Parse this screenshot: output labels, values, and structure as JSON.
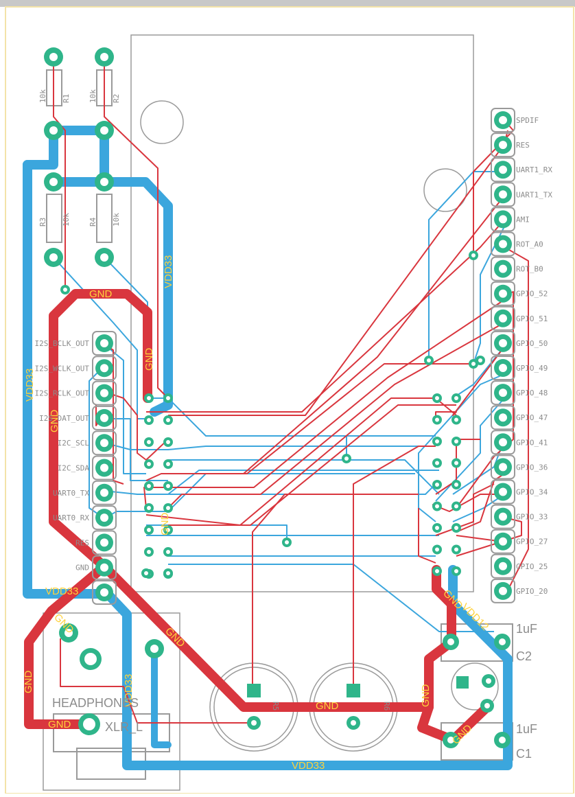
{
  "colors": {
    "background": "#ffffff",
    "top_copper": "#d9363e",
    "bottom_copper": "#3ba6dd",
    "pad": "#2fb58a",
    "silkscreen": "#9a9a9a",
    "net_label": "#ffd23c",
    "border": "#f3e3a8"
  },
  "left_header": {
    "pins": [
      "I2S_BCLK_OUT",
      "I2S_WCLK_OUT",
      "I2S_RCLK_OUT",
      "I2S_DAT_OUT",
      "I2C_SCL",
      "I2C_SDA",
      "UART0_TX",
      "UART0_RX",
      "RES",
      "GND",
      ""
    ]
  },
  "right_header": {
    "pins": [
      "SPDIF",
      "RES",
      "UART1_RX",
      "UART1_TX",
      "AMI",
      "ROT_A0",
      "ROT_B0",
      "GPIO_52",
      "GPIO_51",
      "GPIO_50",
      "GPIO_49",
      "GPIO_48",
      "GPIO_47",
      "GPIO_41",
      "GPIO_36",
      "GPIO_34",
      "GPIO_33",
      "GPIO_27",
      "GPIO_25",
      "GPIO_20"
    ]
  },
  "net_labels": [
    {
      "text": "GND",
      "rot": 0
    },
    {
      "text": "VDD33",
      "rot": -90
    },
    {
      "text": "GND",
      "rot": -90
    },
    {
      "text": "VDD33",
      "rot": -90
    },
    {
      "text": "GND",
      "rot": -90
    },
    {
      "text": "VDD33",
      "rot": 0
    },
    {
      "text": "GND",
      "rot": 45
    },
    {
      "text": "GND",
      "rot": 45
    },
    {
      "text": "GND",
      "rot": -90
    },
    {
      "text": "VDD33",
      "rot": -90
    },
    {
      "text": "GND",
      "rot": 0
    },
    {
      "text": "GND",
      "rot": 0
    },
    {
      "text": "VDD33",
      "rot": 0
    },
    {
      "text": "GND",
      "rot": -90
    },
    {
      "text": "GND",
      "rot": -90
    },
    {
      "text": "VDD12",
      "rot": 45
    },
    {
      "text": "GND",
      "rot": -45
    },
    {
      "text": "GND",
      "rot": 45
    }
  ],
  "components": {
    "headphones": "HEADPHONES",
    "xlr": "XLR_L",
    "c1_value": "1uF",
    "c1_name": "C1",
    "c2_value": "1uF",
    "c2_name": "C2",
    "r1_value": "10k",
    "r1_name": "R1",
    "r2_value": "10k",
    "r2_name": "R2",
    "r3_value": "10k",
    "r3_name": "R3",
    "r4_value": "10k",
    "r4_name": "R4",
    "pot1": "R5",
    "pot2": "R6"
  }
}
